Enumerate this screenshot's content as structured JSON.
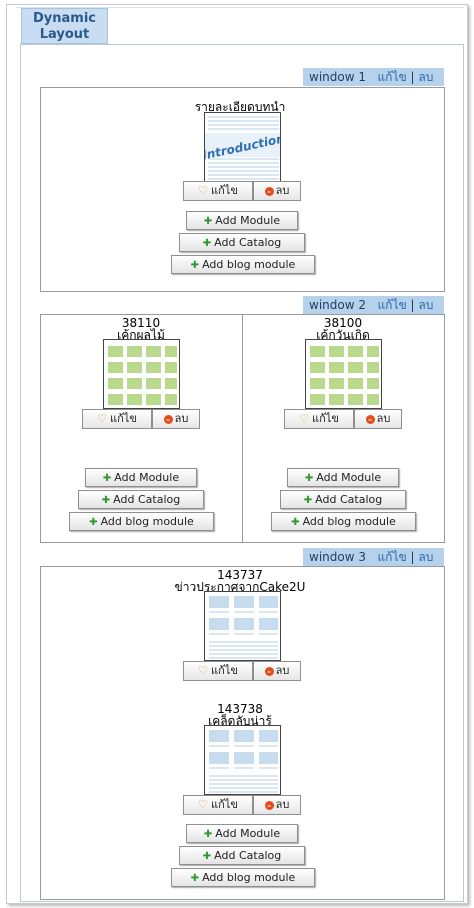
{
  "tab": {
    "line1": "Dynamic",
    "line2": "Layout"
  },
  "windows": [
    {
      "label": "window 1",
      "edit": "แก้ไข",
      "sep": "|",
      "del": "ลบ"
    },
    {
      "label": "window 2",
      "edit": "แก้ไข",
      "sep": "|",
      "del": "ลบ"
    },
    {
      "label": "window 3",
      "edit": "แก้ไข",
      "sep": "|",
      "del": "ลบ"
    }
  ],
  "modules": {
    "intro": {
      "title": "รายละเอียดบทนำ",
      "thumb_text": "Introduction"
    },
    "m38110": {
      "id": "38110",
      "title": "เค้กผลไม้"
    },
    "m38100": {
      "id": "38100",
      "title": "เค้กวันเกิด"
    },
    "m143737": {
      "id": "143737",
      "title": "ข่าวประกาศจากCake2U"
    },
    "m143738": {
      "id": "143738",
      "title": "เคล็ดลับน่ารู้"
    }
  },
  "buttons": {
    "edit": "แก้ไข",
    "delete": "ลบ",
    "add_module": "Add Module",
    "add_catalog": "Add Catalog",
    "add_blog": "Add blog module"
  }
}
